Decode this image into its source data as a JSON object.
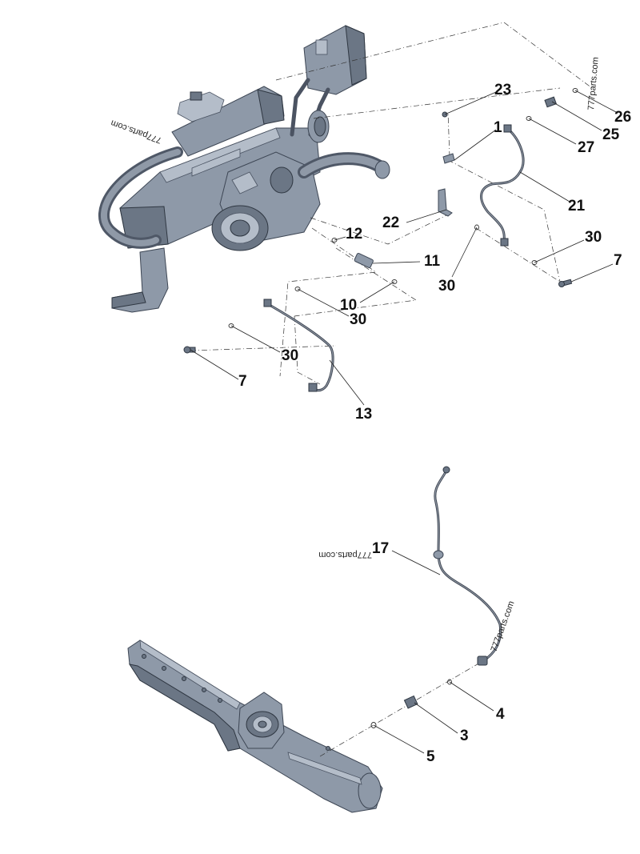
{
  "watermark": "777parts.com",
  "callouts": {
    "c1": "1",
    "c3": "3",
    "c4": "4",
    "c5": "5",
    "c7a": "7",
    "c7b": "7",
    "c10": "10",
    "c11": "11",
    "c12": "12",
    "c13": "13",
    "c17": "17",
    "c21": "21",
    "c22": "22",
    "c23": "23",
    "c25": "25",
    "c26": "26",
    "c27": "27",
    "c30a": "30",
    "c30b": "30",
    "c30c": "30",
    "c30d": "30"
  }
}
